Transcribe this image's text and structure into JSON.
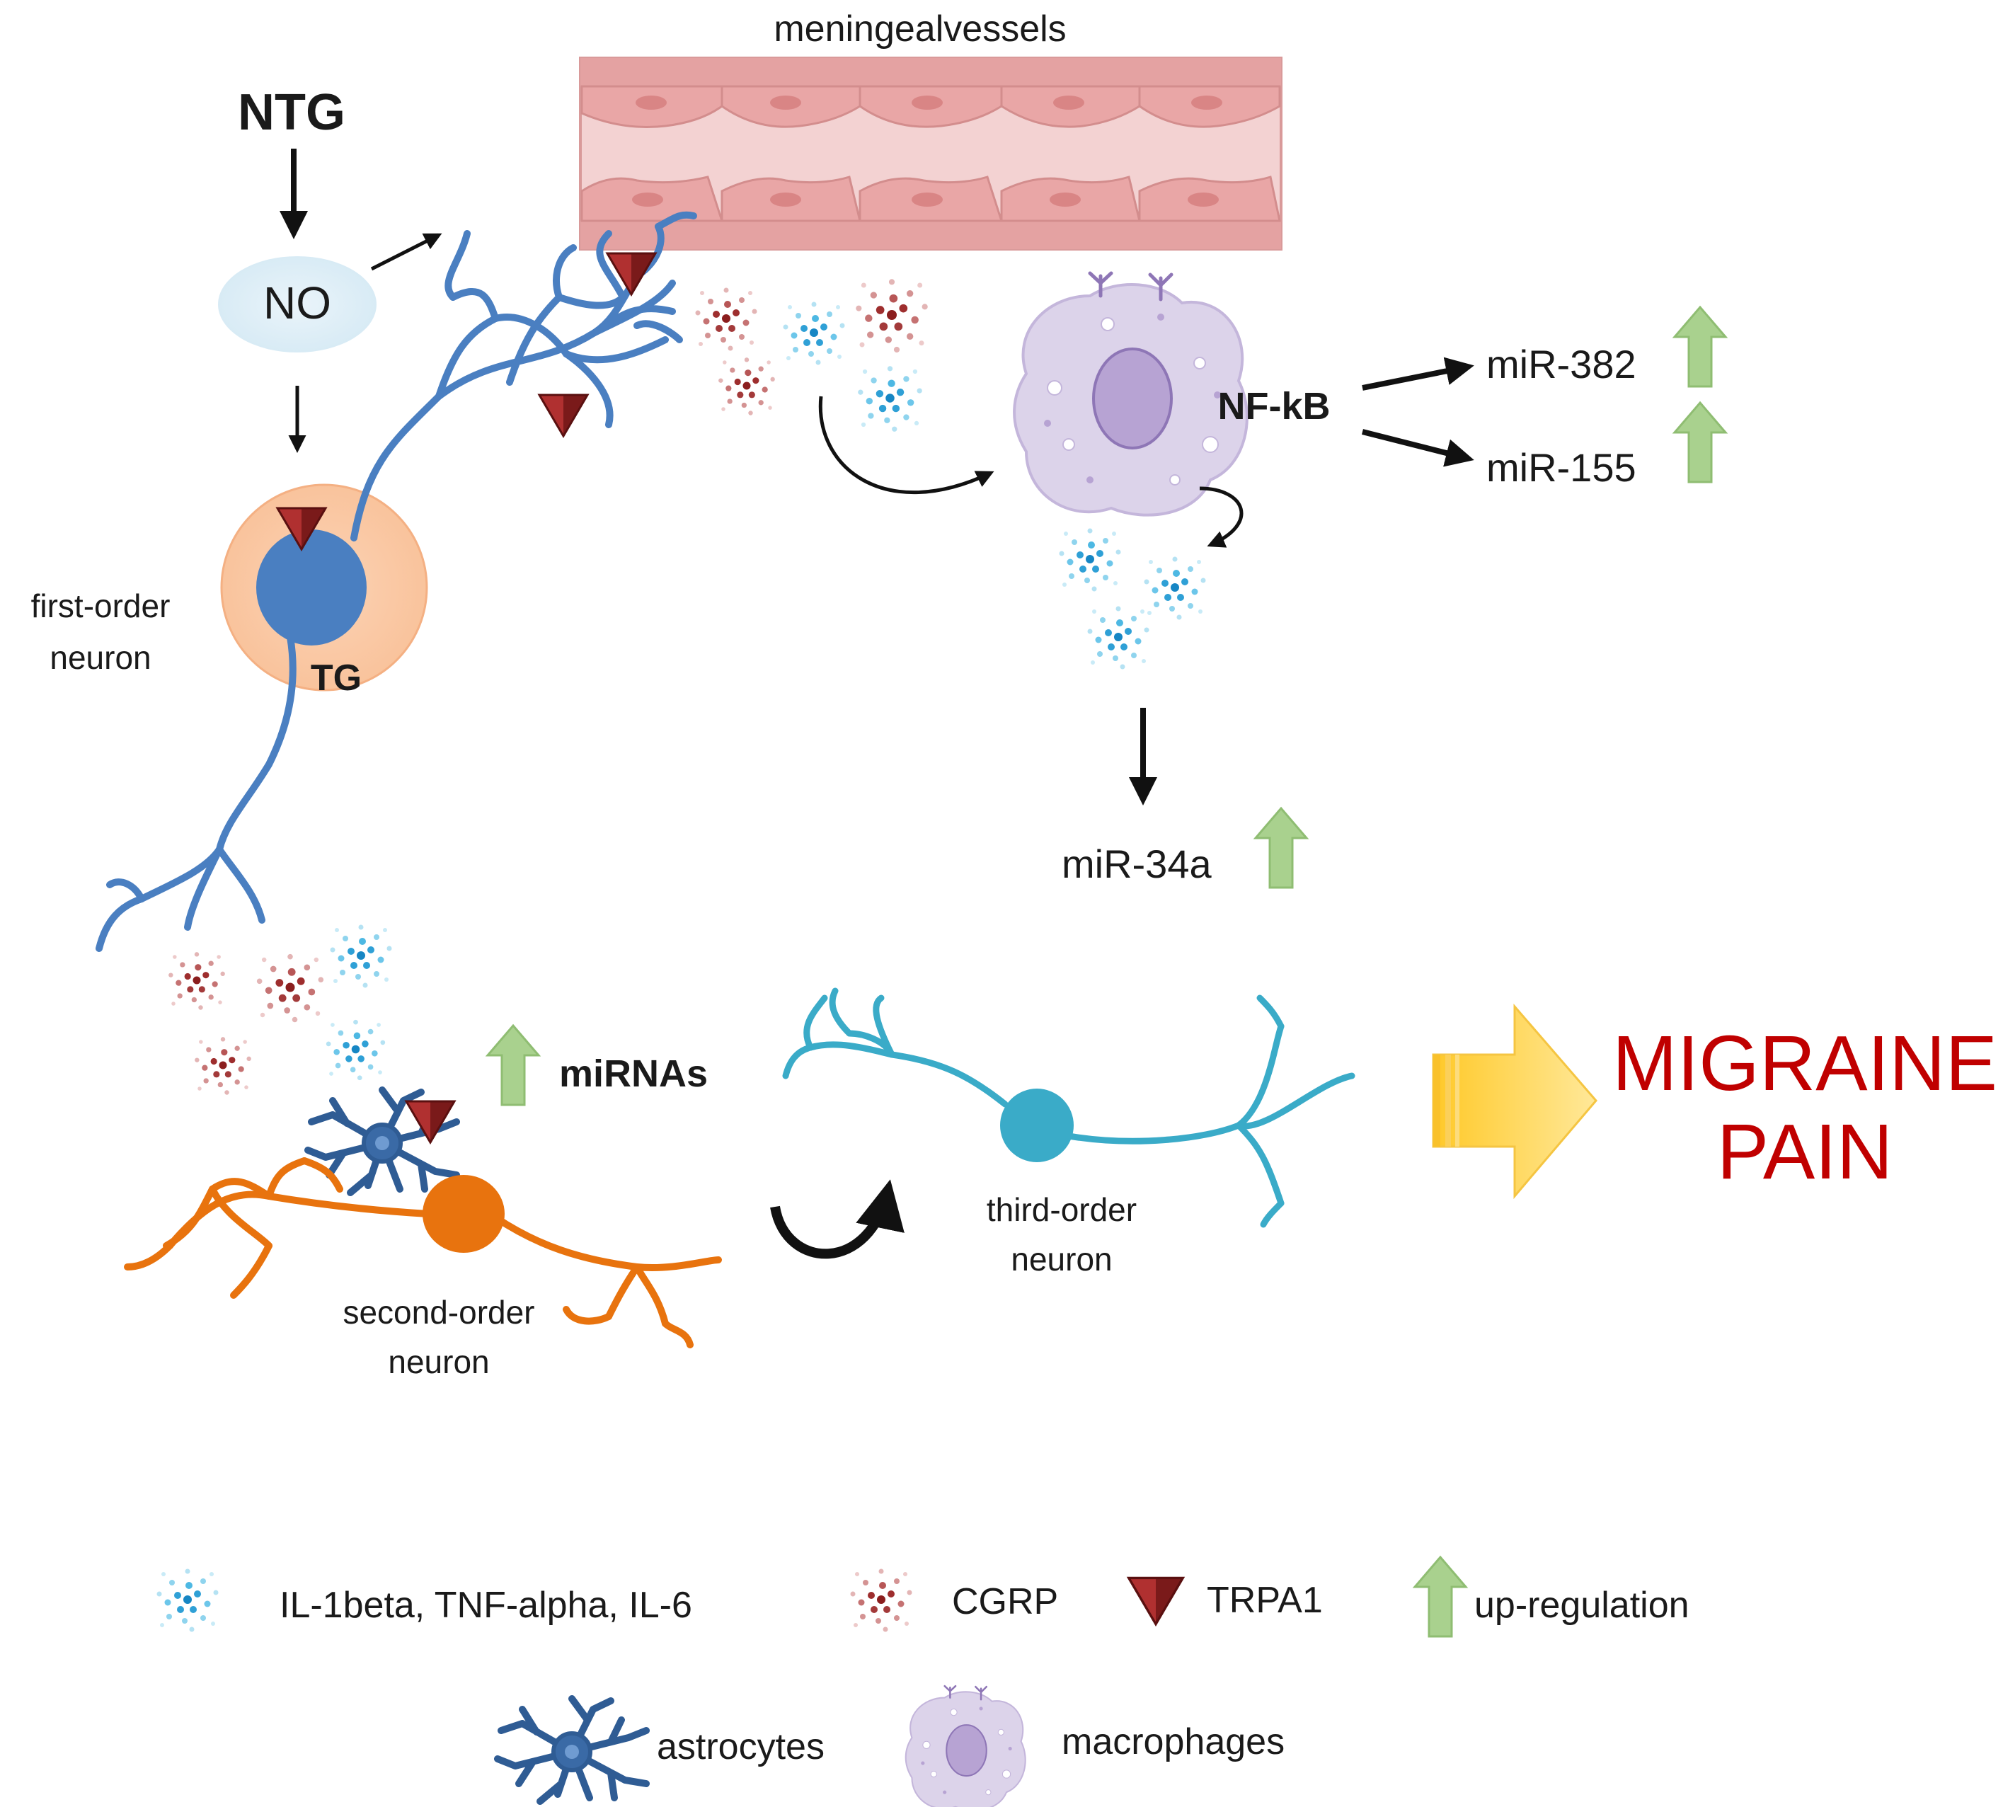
{
  "labels": {
    "ntg": "NTG",
    "no": "NO",
    "meningeal_vessels": "meningealvessels",
    "first_order": "first-order",
    "first_order_2": "neuron",
    "tg": "TG",
    "nfkb": "NF-kB",
    "mir382": "miR-382",
    "mir155": "miR-155",
    "mir34a": "miR-34a",
    "mirnas": "miRNAs",
    "second_order": "second-order",
    "second_order_2": "neuron",
    "third_order": "third-order",
    "third_order_2": "neuron",
    "pain_1": "MIGRAINE",
    "pain_2": "PAIN"
  },
  "legend": {
    "cytokines": "IL-1beta, TNF-alpha, IL-6",
    "cgrp": "CGRP",
    "trpa1": "TRPA1",
    "upregulation": "up-regulation",
    "astrocytes": "astrocytes",
    "macrophages": "macrophages"
  },
  "colors": {
    "first_order_neuron": "#4a7fc1",
    "second_order_neuron": "#e8730e",
    "third_order_neuron": "#3aabc8",
    "vessel": "#e9a6a6",
    "cytokine_dots": "#3fb0dc",
    "cgrp_dots": "#a53b3b",
    "trpa1": "#8b2020",
    "upregulation_arrow": "#a9d18e",
    "macrophage": "#dcd3ea",
    "migraine_pain": "#c00000",
    "big_arrow": "#ffd54f"
  }
}
